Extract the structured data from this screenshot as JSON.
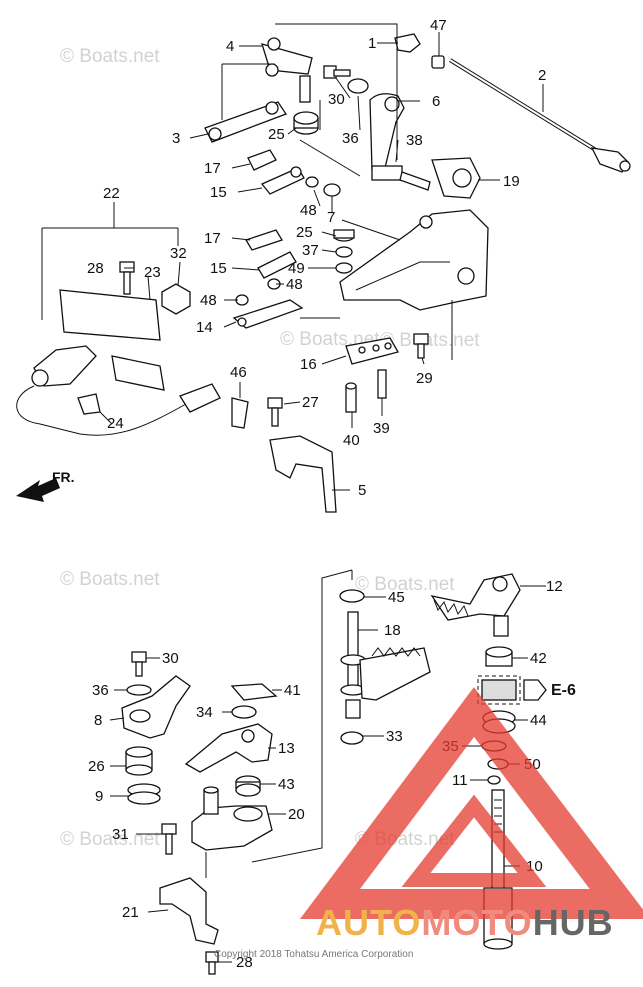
{
  "watermark": "© Boats.net",
  "copyright": "Copyright 2018 Tohatsu America Corporation",
  "logo": {
    "part1": "AUTO",
    "part2": "MOTO",
    "part3": "HUB"
  },
  "direction_label": "FR.",
  "reference_label": "E-6",
  "callouts": {
    "c1": "1",
    "c2": "2",
    "c3": "3",
    "c4": "4",
    "c5": "5",
    "c6": "6",
    "c7": "7",
    "c8": "8",
    "c9": "9",
    "c10": "10",
    "c11": "11",
    "c12": "12",
    "c13": "13",
    "c14": "14",
    "c15a": "15",
    "c15b": "15",
    "c16": "16",
    "c17a": "17",
    "c17b": "17",
    "c18": "18",
    "c19": "19",
    "c20": "20",
    "c21": "21",
    "c22": "22",
    "c23": "23",
    "c24": "24",
    "c25a": "25",
    "c25b": "25",
    "c26": "26",
    "c27": "27",
    "c28a": "28",
    "c28b": "28",
    "c29": "29",
    "c30a": "30",
    "c30b": "30",
    "c31": "31",
    "c32": "32",
    "c33": "33",
    "c34": "34",
    "c35": "35",
    "c36a": "36",
    "c36b": "36",
    "c37": "37",
    "c38": "38",
    "c39": "39",
    "c40": "40",
    "c41": "41",
    "c42": "42",
    "c43": "43",
    "c44": "44",
    "c45": "45",
    "c46": "46",
    "c47": "47",
    "c48a": "48",
    "c48b": "48",
    "c48c": "48",
    "c49": "49",
    "c50": "50"
  },
  "colors": {
    "warning_red": "#e53b2f",
    "logo_orange": "#f2b24a",
    "logo_pink": "#f08b7e",
    "logo_gray": "#666666"
  }
}
